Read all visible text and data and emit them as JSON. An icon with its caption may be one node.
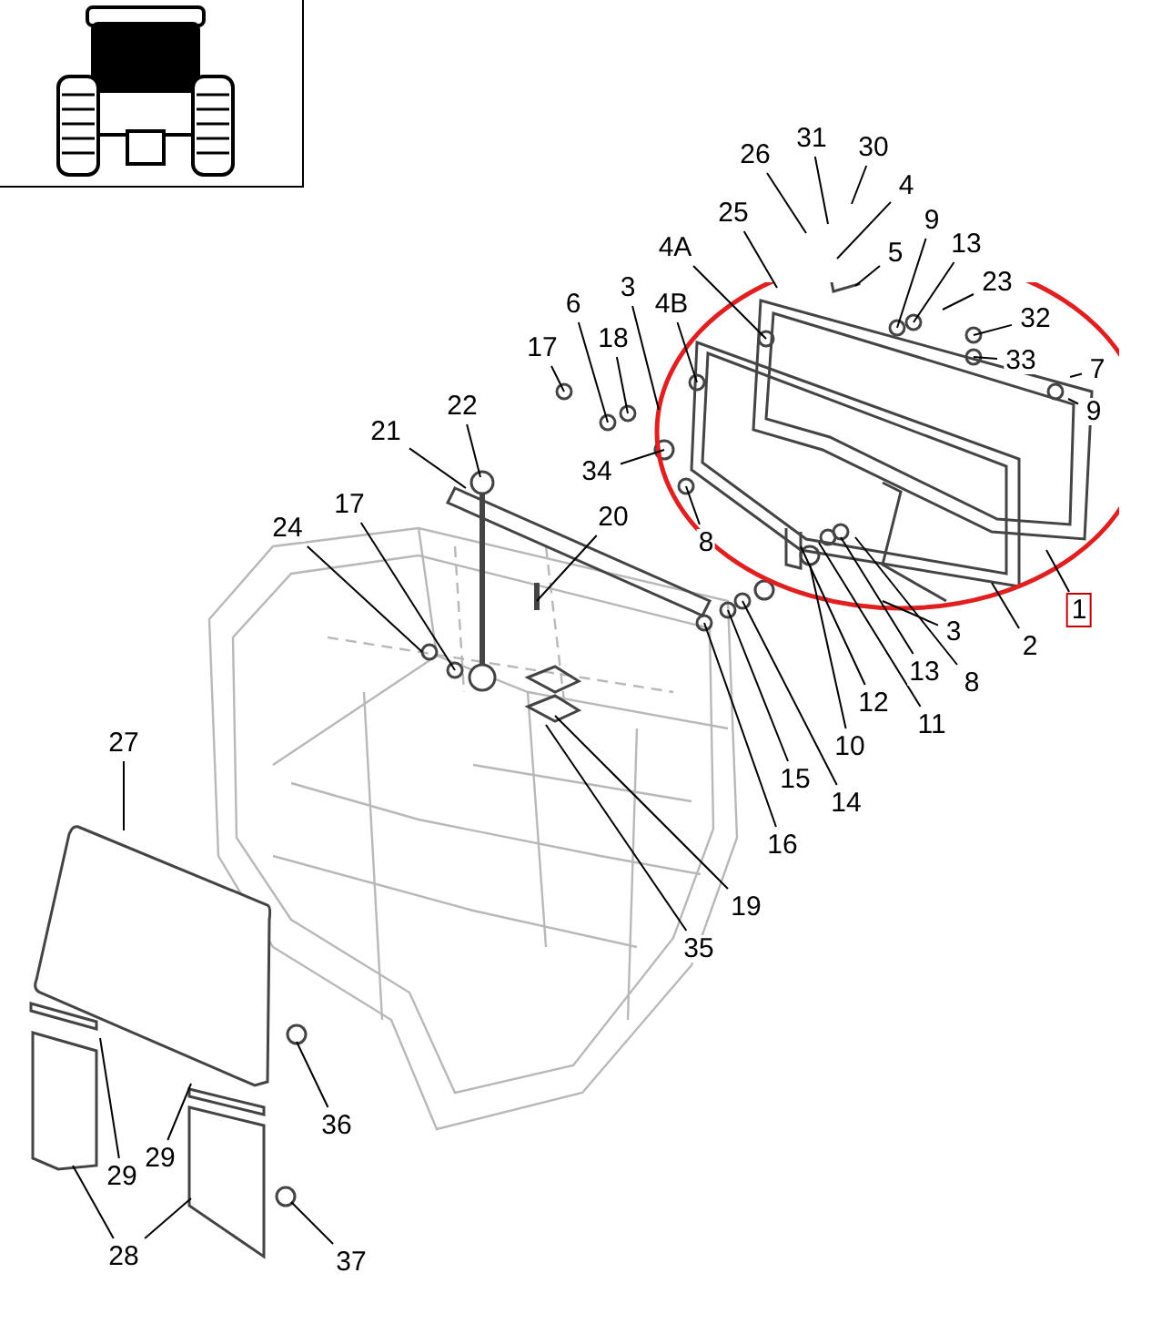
{
  "diagram": {
    "nodes": [
      {
        "text": [
          "26"
        ]
      },
      {
        "text": [
          "31"
        ]
      },
      {
        "text": [
          "30"
        ]
      },
      {
        "text": [
          "4"
        ]
      },
      {
        "text": [
          "25"
        ]
      },
      {
        "text": [
          "4A"
        ]
      },
      {
        "text": [
          "9"
        ]
      },
      {
        "text": [
          "5"
        ]
      },
      {
        "text": [
          "13"
        ]
      },
      {
        "text": [
          "23"
        ]
      },
      {
        "text": [
          "3"
        ]
      },
      {
        "text": [
          "6"
        ]
      },
      {
        "text": [
          "4B"
        ]
      },
      {
        "text": [
          "32"
        ]
      },
      {
        "text": [
          "18"
        ]
      },
      {
        "text": [
          "17"
        ]
      },
      {
        "text": [
          "33"
        ]
      },
      {
        "text": [
          "7"
        ]
      },
      {
        "text": [
          "9"
        ]
      },
      {
        "text": [
          "22"
        ]
      },
      {
        "text": [
          "21"
        ]
      },
      {
        "text": [
          "34"
        ]
      },
      {
        "text": [
          "17"
        ]
      },
      {
        "text": [
          "20"
        ]
      },
      {
        "text": [
          "24"
        ]
      },
      {
        "text": [
          "8"
        ]
      },
      {
        "text": [
          "1"
        ]
      },
      {
        "text": [
          "3"
        ]
      },
      {
        "text": [
          "13"
        ]
      },
      {
        "text": [
          "2"
        ]
      },
      {
        "text": [
          "8"
        ]
      },
      {
        "text": [
          "12"
        ]
      },
      {
        "text": [
          "11"
        ]
      },
      {
        "text": [
          "10"
        ]
      },
      {
        "text": [
          "15"
        ]
      },
      {
        "text": [
          "14"
        ]
      },
      {
        "text": [
          "16"
        ]
      },
      {
        "text": [
          "27"
        ]
      },
      {
        "text": [
          "19"
        ]
      },
      {
        "text": [
          "35"
        ]
      },
      {
        "text": [
          "29"
        ]
      },
      {
        "text": [
          "29"
        ]
      },
      {
        "text": [
          "36"
        ]
      },
      {
        "text": [
          "28"
        ]
      },
      {
        "text": [
          "37"
        ]
      }
    ],
    "edges": [
      {
        "from": 0,
        "to": null,
        "arrow": "none"
      },
      {
        "from": 1,
        "to": null,
        "arrow": "none"
      },
      {
        "from": 2,
        "to": null,
        "arrow": "none"
      },
      {
        "from": 3,
        "to": null,
        "arrow": "none"
      },
      {
        "from": 4,
        "to": null,
        "arrow": "none"
      },
      {
        "from": 5,
        "to": null,
        "arrow": "none"
      },
      {
        "from": 6,
        "to": null,
        "arrow": "none"
      },
      {
        "from": 7,
        "to": null,
        "arrow": "none"
      },
      {
        "from": 8,
        "to": null,
        "arrow": "none"
      },
      {
        "from": 9,
        "to": null,
        "arrow": "none"
      },
      {
        "from": 10,
        "to": null,
        "arrow": "none"
      },
      {
        "from": 11,
        "to": null,
        "arrow": "none"
      },
      {
        "from": 12,
        "to": null,
        "arrow": "none"
      },
      {
        "from": 13,
        "to": null,
        "arrow": "none"
      },
      {
        "from": 14,
        "to": null,
        "arrow": "none"
      },
      {
        "from": 15,
        "to": null,
        "arrow": "none"
      },
      {
        "from": 16,
        "to": null,
        "arrow": "none"
      },
      {
        "from": 17,
        "to": null,
        "arrow": "none"
      },
      {
        "from": 18,
        "to": null,
        "arrow": "none"
      },
      {
        "from": 19,
        "to": null,
        "arrow": "none"
      },
      {
        "from": 20,
        "to": null,
        "arrow": "none"
      },
      {
        "from": 21,
        "to": null,
        "arrow": "none"
      },
      {
        "from": 22,
        "to": null,
        "arrow": "none"
      },
      {
        "from": 23,
        "to": null,
        "arrow": "none"
      },
      {
        "from": 24,
        "to": null,
        "arrow": "none"
      },
      {
        "from": 25,
        "to": null,
        "arrow": "none"
      },
      {
        "from": 26,
        "to": null,
        "arrow": "none"
      },
      {
        "from": 27,
        "to": null,
        "arrow": "none"
      },
      {
        "from": 28,
        "to": null,
        "arrow": "none"
      },
      {
        "from": 29,
        "to": null,
        "arrow": "none"
      },
      {
        "from": 30,
        "to": null,
        "arrow": "none"
      },
      {
        "from": 31,
        "to": null,
        "arrow": "none"
      },
      {
        "from": 32,
        "to": null,
        "arrow": "none"
      },
      {
        "from": 33,
        "to": null,
        "arrow": "none"
      },
      {
        "from": 34,
        "to": null,
        "arrow": "none"
      },
      {
        "from": 35,
        "to": null,
        "arrow": "none"
      },
      {
        "from": 36,
        "to": null,
        "arrow": "none"
      },
      {
        "from": 37,
        "to": null,
        "arrow": "none"
      },
      {
        "from": 38,
        "to": null,
        "arrow": "none"
      },
      {
        "from": 39,
        "to": null,
        "arrow": "none"
      },
      {
        "from": 40,
        "to": null,
        "arrow": "none"
      },
      {
        "from": 41,
        "to": null,
        "arrow": "none"
      },
      {
        "from": 42,
        "to": null,
        "arrow": "none"
      },
      {
        "from": 43,
        "to": null,
        "arrow": "none"
      },
      {
        "from": 43,
        "to": null,
        "arrow": "none"
      },
      {
        "from": 44,
        "to": null,
        "arrow": "none"
      }
    ]
  }
}
